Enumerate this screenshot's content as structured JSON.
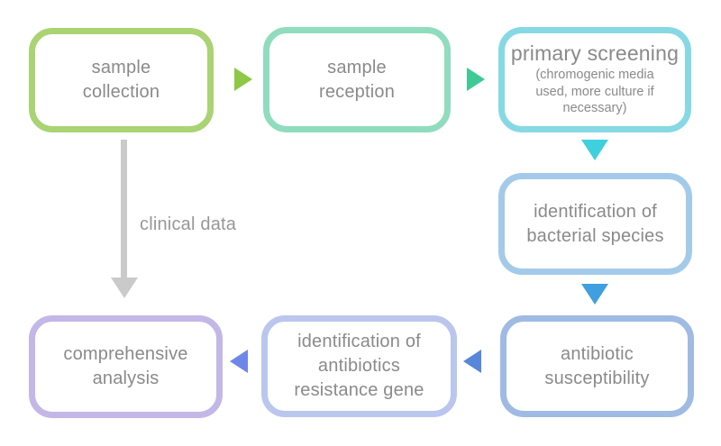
{
  "diagram": {
    "type": "flowchart",
    "background_color": "#ffffff",
    "text_color": "#8a8a8a",
    "nodes": [
      {
        "id": "sample-collection",
        "label": "sample\ncollection",
        "border_color": "#aad373"
      },
      {
        "id": "sample-reception",
        "label": "sample\nreception",
        "border_color": "#90dcbe"
      },
      {
        "id": "primary-screening",
        "label": "primary screening",
        "sublabel": "(chromogenic media\nused, more culture if\nnecessary)",
        "border_color": "#86d9e4"
      },
      {
        "id": "identification-of-bacterial-species",
        "label": "identification of\nbacterial species",
        "border_color": "#a3cbe9"
      },
      {
        "id": "antibiotic-susceptibility",
        "label": "antibiotic\nsusceptibility",
        "border_color": "#9fbbe3"
      },
      {
        "id": "identification-of-antibiotics-resistance-gene",
        "label": "identification of\nantibiotics\nresistance gene",
        "border_color": "#bbc6ef"
      },
      {
        "id": "comprehensive-analysis",
        "label": "comprehensive\nanalysis",
        "border_color": "#c3b7e7"
      }
    ],
    "edges": [
      {
        "from": "sample-collection",
        "to": "sample-reception",
        "direction": "right",
        "color": "#8ec844"
      },
      {
        "from": "sample-reception",
        "to": "primary-screening",
        "direction": "right",
        "color": "#3fc996"
      },
      {
        "from": "primary-screening",
        "to": "identification-of-bacterial-species",
        "direction": "down",
        "color": "#3fd0df"
      },
      {
        "from": "identification-of-bacterial-species",
        "to": "antibiotic-susceptibility",
        "direction": "down",
        "color": "#3f9fdf"
      },
      {
        "from": "antibiotic-susceptibility",
        "to": "identification-of-antibiotics-resistance-gene",
        "direction": "left",
        "color": "#5787d8"
      },
      {
        "from": "identification-of-antibiotics-resistance-gene",
        "to": "comprehensive-analysis",
        "direction": "left",
        "color": "#6e87e7"
      },
      {
        "from": "sample-collection",
        "to": "comprehensive-analysis",
        "direction": "down",
        "color": "#cacaca",
        "label": "clinical data"
      }
    ],
    "edge_label": "clinical data"
  }
}
